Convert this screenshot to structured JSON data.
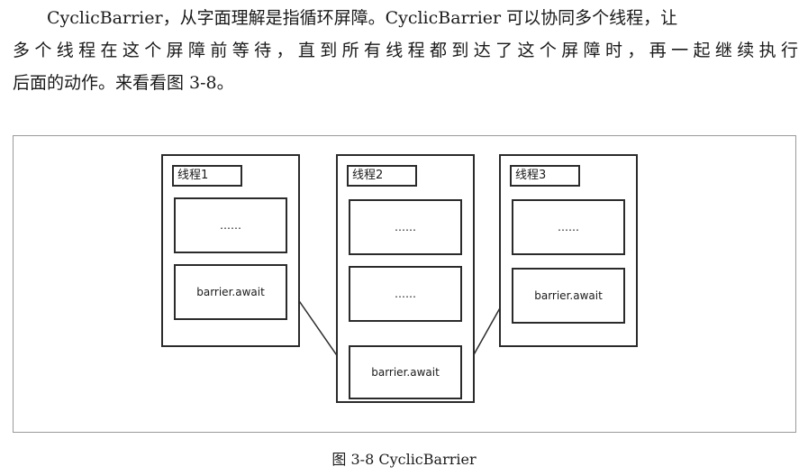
{
  "intro": {
    "lines": [
      "CyclicBarrier，从字面理解是指循环屏障。CyclicBarrier 可以协同多个线程，让",
      "多个线程在这个屏障前等待，直到所有线程都到达了这个屏障时，再一起继续执行",
      "后面的动作。来看看图 3-8。"
    ]
  },
  "diagram": {
    "threads": [
      {
        "label": "线程1",
        "steps": [
          "……",
          "barrier.await"
        ]
      },
      {
        "label": "线程2",
        "steps": [
          "……",
          "……",
          "barrier.await"
        ]
      },
      {
        "label": "线程3",
        "steps": [
          "……",
          "barrier.await"
        ]
      }
    ]
  },
  "caption": "图 3-8    CyclicBarrier"
}
